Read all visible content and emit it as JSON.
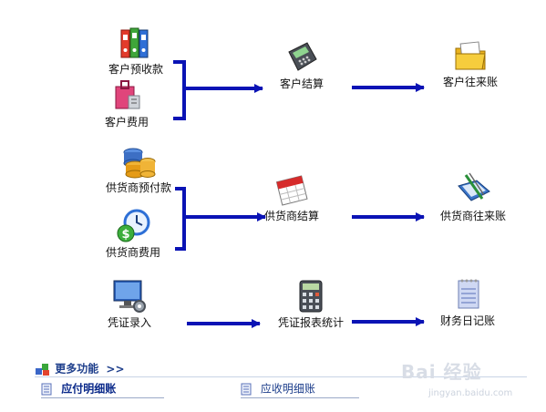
{
  "customer": {
    "prepay_label": "客户预收款",
    "expense_label": "客户费用",
    "settle_label": "客户结算",
    "ledger_label": "客户往来账"
  },
  "supplier": {
    "prepay_label": "供货商预付款",
    "expense_label": "供货商费用",
    "settle_label": "供货商结算",
    "ledger_label": "供货商往来账"
  },
  "voucher": {
    "entry_label": "凭证录入",
    "report_label": "凭证报表统计",
    "journal_label": "财务日记账"
  },
  "more": {
    "title": "更多功能",
    "arrow": ">>",
    "items": [
      {
        "label": "应付明细账"
      },
      {
        "label": "应收明细账"
      }
    ]
  },
  "watermark": {
    "text": "Bai 经验",
    "url": "jingyan.baidu.com"
  },
  "colors": {
    "connector": "#0a13b5",
    "link": "#1e3f8c"
  }
}
